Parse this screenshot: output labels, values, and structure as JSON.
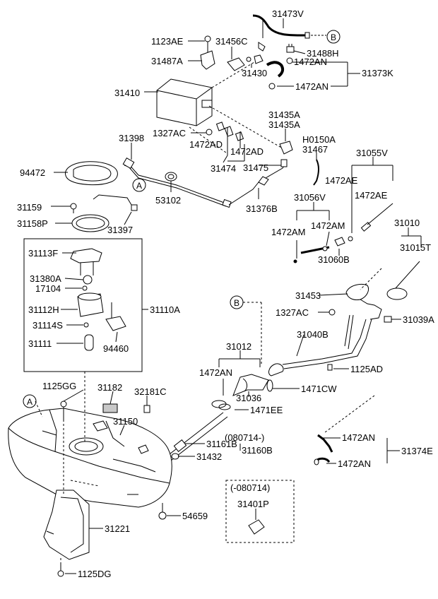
{
  "labels": {
    "p31473V": "31473V",
    "p1123AE": "1123AE",
    "p31456C": "31456C",
    "p31488H": "31488H",
    "p31487A": "31487A",
    "p1472AN_a": "1472AN",
    "p31430": "31430",
    "p31373K": "31373K",
    "p31410": "31410",
    "p1472AN_b": "1472AN",
    "p31435A_a": "31435A",
    "p31435A_b": "31435A",
    "p1327AC_a": "1327AC",
    "pH0150A": "H0150A",
    "p31398": "31398",
    "p1472AD_a": "1472AD",
    "p1472AD_b": "1472AD",
    "p31467": "31467",
    "p31055V": "31055V",
    "p94472": "94472",
    "p31474": "31474",
    "p31475": "31475",
    "p1472AE_a": "1472AE",
    "p1472AE_b": "1472AE",
    "p53102": "53102",
    "p31056V": "31056V",
    "p31159": "31159",
    "p31376B": "31376B",
    "p31010": "31010",
    "p31158P": "31158P",
    "p31397": "31397",
    "p1472AM_a": "1472AM",
    "p1472AM_b": "1472AM",
    "p31015T": "31015T",
    "p31113F": "31113F",
    "p31060B": "31060B",
    "p31380A": "31380A",
    "p17104": "17104",
    "p31453": "31453",
    "p31112H": "31112H",
    "p31110A": "31110A",
    "p1327AC_b": "1327AC",
    "p31039A": "31039A",
    "p31114S": "31114S",
    "p31040B": "31040B",
    "p31111": "31111",
    "p94460": "94460",
    "p31012": "31012",
    "p1125AD": "1125AD",
    "p1472AN_c": "1472AN",
    "p1471CW": "1471CW",
    "p1125GG": "1125GG",
    "p31182": "31182",
    "p32181C": "32181C",
    "p31036": "31036",
    "p1471EE": "1471EE",
    "p31150": "31150",
    "p080714plus": "(080714-)",
    "p1472AN_d": "1472AN",
    "p31161B": "31161B",
    "p31160B": "31160B",
    "p31374E": "31374E",
    "p31432": "31432",
    "p1472AN_e": "1472AN",
    "p080714minus": "(-080714)",
    "p31401P": "31401P",
    "p54659": "54659",
    "p31221": "31221",
    "p1125DG": "1125DG"
  },
  "callouts": {
    "A": "A",
    "B": "B"
  },
  "colors": {
    "line": "#000000",
    "part_fill": "#ffffff",
    "shade": "#c8c8c8"
  }
}
